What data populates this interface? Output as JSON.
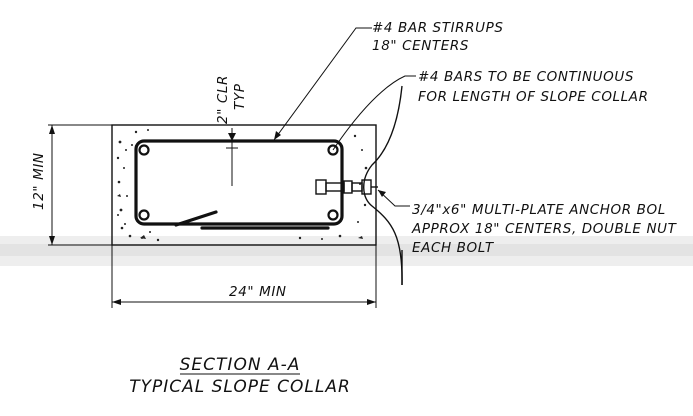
{
  "labels": {
    "stirrups_line1": "#4 BAR STIRRUPS",
    "stirrups_line2": "18\" CENTERS",
    "bars_line1": "#4  BARS TO BE CONTINUOUS",
    "bars_line2": "FOR LENGTH OF SLOPE COLLAR",
    "clear_cover_line1": "2\" CLR",
    "clear_cover_line2": "TYP",
    "height_dim": "12\" MIN",
    "width_dim": "24\" MIN",
    "anchor_line1": "3/4\"x6\" MULTI-PLATE ANCHOR BOL",
    "anchor_line2": "APPROX 18\" CENTERS, DOUBLE NUT",
    "anchor_line3": "EACH BOLT",
    "section_title": "SECTION A-A",
    "section_subtitle": "TYPICAL SLOPE COLLAR"
  }
}
